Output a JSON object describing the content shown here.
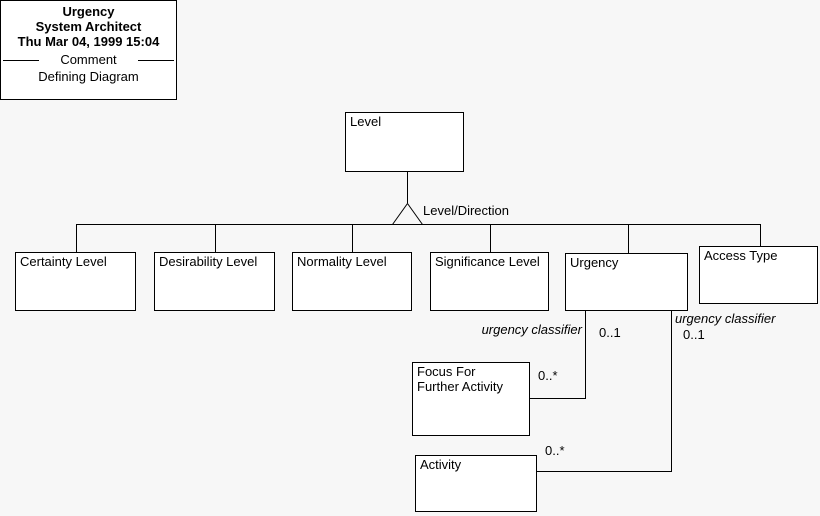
{
  "title_block": {
    "name": "Urgency",
    "role": "System Architect",
    "date": "Thu Mar 04, 1999  15:04",
    "separator_caption": "Comment",
    "subtitle": "Defining Diagram"
  },
  "classes": {
    "level": {
      "label": "Level"
    },
    "certainty_level": {
      "label": "Certainty Level"
    },
    "desirability_level": {
      "label": "Desirability Level"
    },
    "normality_level": {
      "label": "Normality Level"
    },
    "significance_level": {
      "label": "Significance Level"
    },
    "urgency": {
      "label": "Urgency"
    },
    "access_type": {
      "label": "Access Type"
    },
    "focus_for_further_activity": {
      "label": "Focus For\nFurther Activity"
    },
    "activity": {
      "label": "Activity"
    }
  },
  "edges": {
    "discriminator": "Level/Direction",
    "urgency_classifier_focus": "urgency classifier",
    "urgency_classifier_activity": "urgency classifier",
    "mult_urgency_focus_end": "0..1",
    "mult_urgency_activity_end": "0..1",
    "mult_focus_end": "0..*",
    "mult_activity_end": "0..*"
  },
  "colors": {
    "background": "#f7f7f7",
    "box_fill": "#ffffff",
    "stroke": "#000000",
    "text": "#000000"
  }
}
